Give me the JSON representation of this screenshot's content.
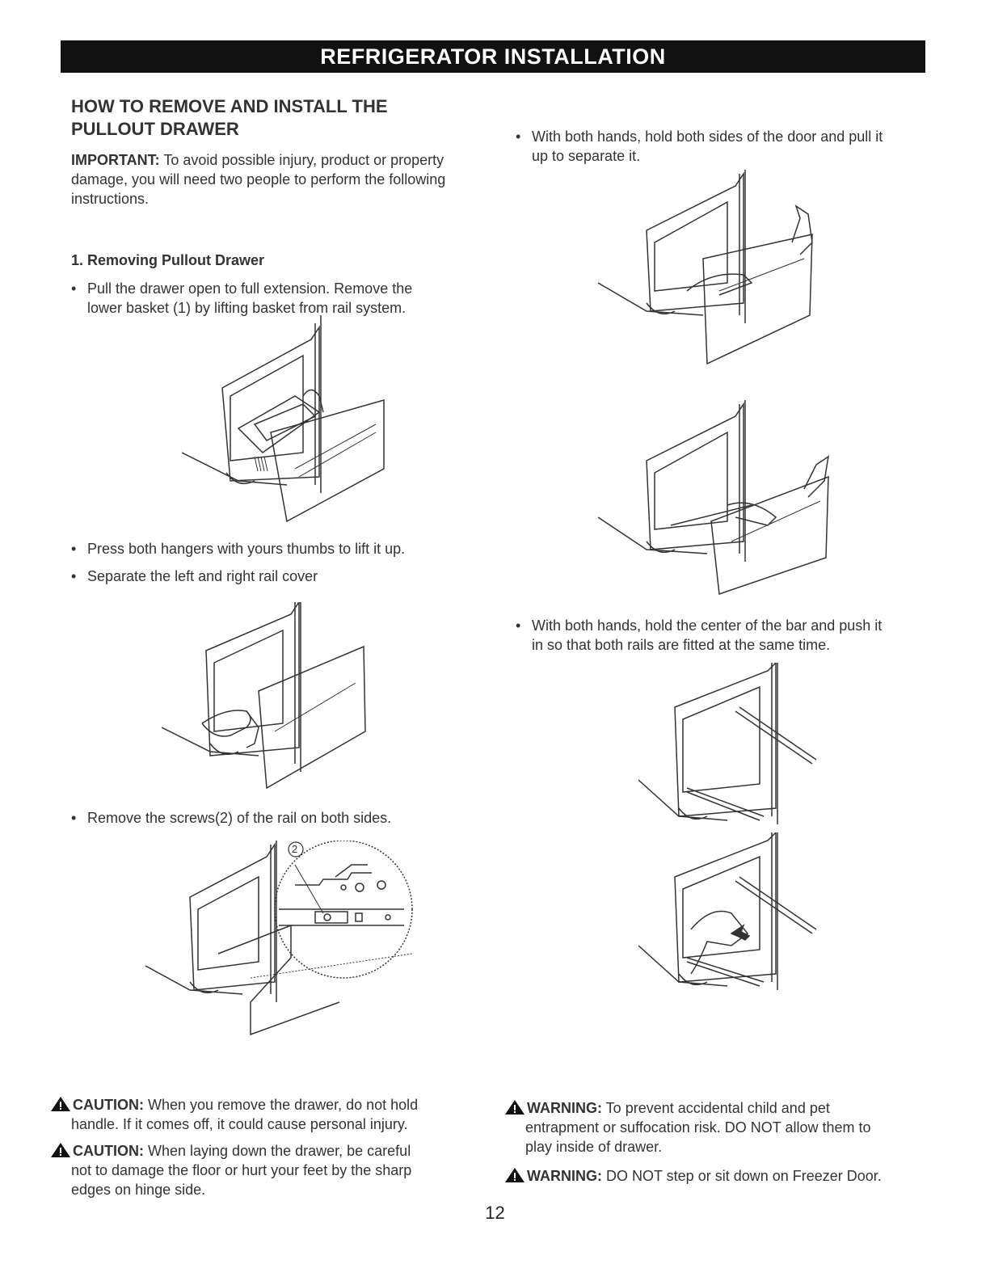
{
  "banner": {
    "title": "REFRIGERATOR INSTALLATION"
  },
  "left": {
    "heading_line1": "HOW TO REMOVE AND INSTALL THE",
    "heading_line2": "PULLOUT DRAWER",
    "important_label": "IMPORTANT:",
    "important_text": " To avoid possible injury, product or property damage, you will need two people to perform the following instructions.",
    "step1_title": "1. Removing Pullout Drawer",
    "bullet1_line1": "Pull the drawer open to full extension. Remove the",
    "bullet1_line2": "lower basket (1) by lifting basket from rail system.",
    "bullet2": "Press both hangers with yours thumbs to lift it up.",
    "bullet3": "Separate the left and right rail cover",
    "bullet4": "Remove the screws(2) of the rail on both sides.",
    "callout_number": "2"
  },
  "right": {
    "bullet1_line1": "With both hands, hold both sides of the door and pull it",
    "bullet1_line2": "up to separate it.",
    "bullet2_line1": "With both hands, hold the center of the bar and push it",
    "bullet2_line2": "in so that both rails are fitted at the same time."
  },
  "notices": {
    "caution1_label": "CAUTION:",
    "caution1_line1": " When you remove the drawer, do not hold",
    "caution1_line2": "handle. If it comes off, it could cause personal injury.",
    "caution2_label": "CAUTION:",
    "caution2_line1": " When laying down the drawer, be careful",
    "caution2_line2": "not to damage the floor or hurt your feet by the sharp",
    "caution2_line3": "edges on hinge side.",
    "warning1_label": "WARNING:",
    "warning1_line1": " To prevent accidental child and pet",
    "warning1_line2": "entrapment or suffocation risk. DO NOT allow them to",
    "warning1_line3": "play inside of drawer.",
    "warning2_label": "WARNING:",
    "warning2_line1": " DO NOT step or sit down on Freezer Door."
  },
  "bullet_symbol": "•",
  "page_number": "12",
  "icons": [
    "warning-triangle-icon"
  ]
}
